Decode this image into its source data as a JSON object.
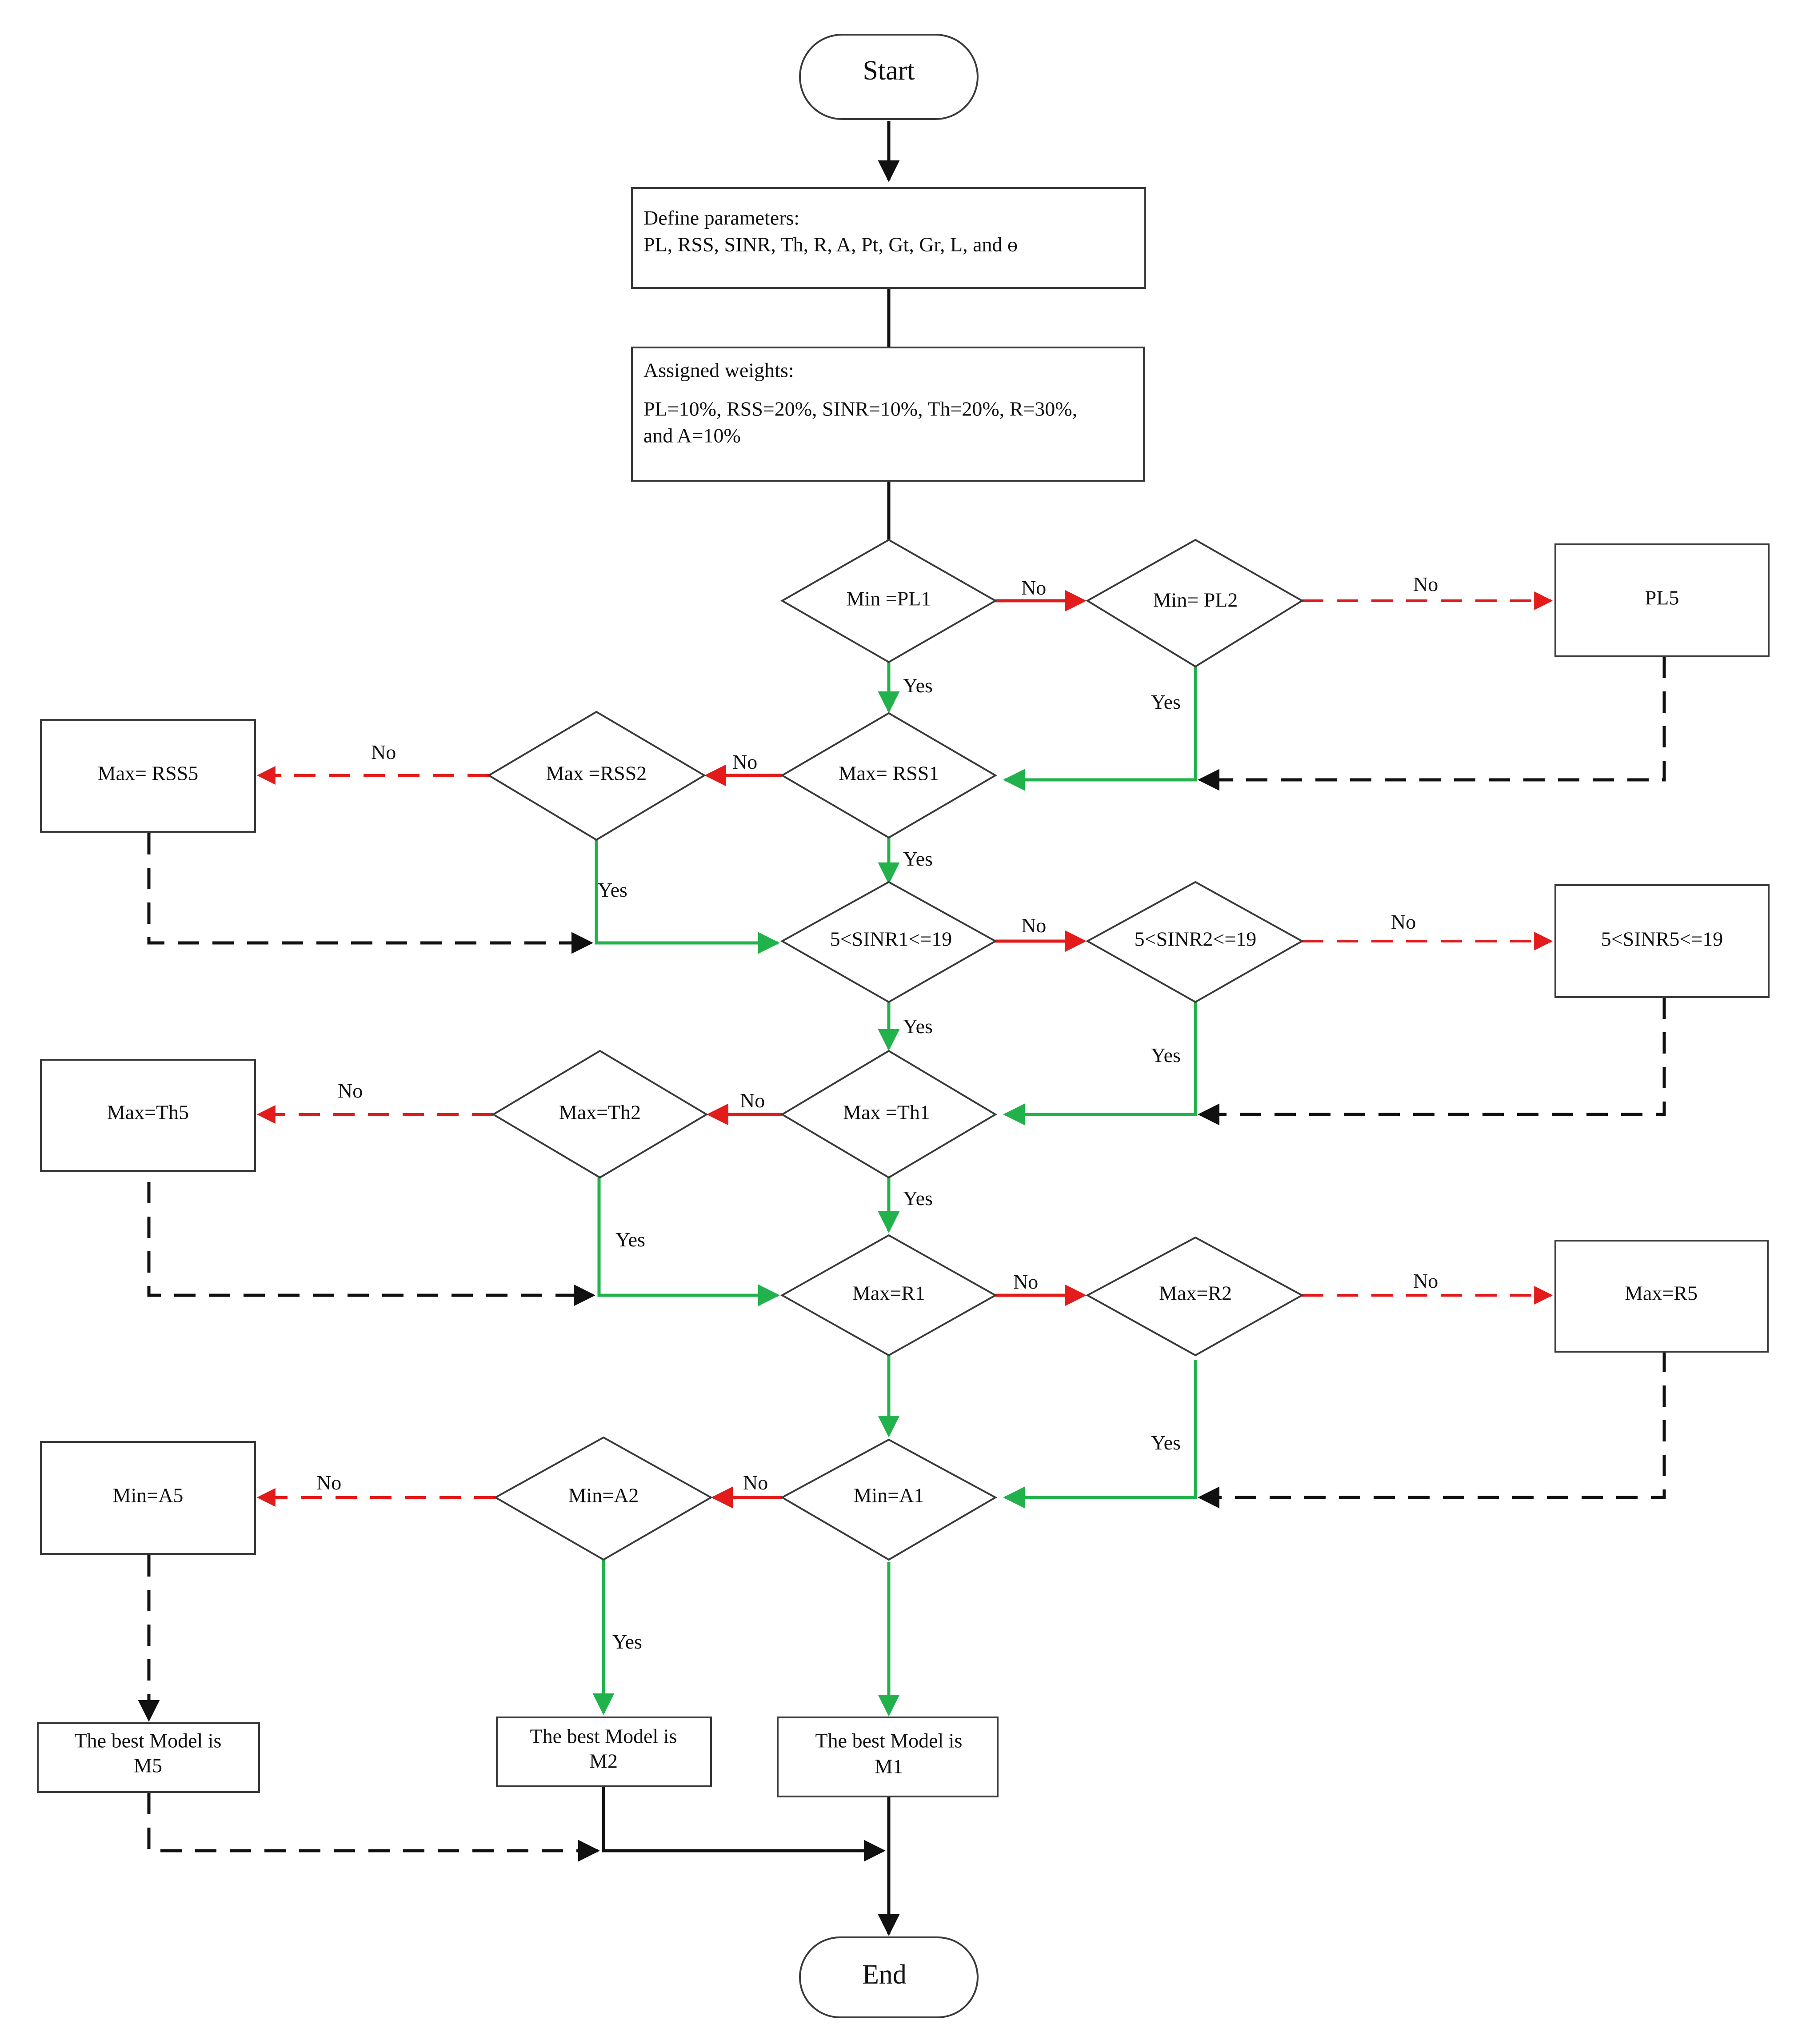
{
  "colors": {
    "yes_edge": "#22b24c",
    "no_edge": "#e31b1b",
    "fallback_edge": "#111111",
    "node_border": "#3a3a3a"
  },
  "labels": {
    "yes": "Yes",
    "no": "No"
  },
  "nodes": {
    "start": "Start",
    "define_title": "Define parameters:",
    "define_params": "PL, RSS, SINR, Th, R, A, Pt, Gt, Gr, L, and ɵ",
    "weights_title": "Assigned weights:",
    "weights_line1": "PL=10%, RSS=20%, SINR=10%, Th=20%, R=30%,",
    "weights_line2": "and A=10%",
    "min_pl1": "Min =PL1",
    "min_pl2": "Min= PL2",
    "pl5": "PL5",
    "max_rss1": "Max= RSS1",
    "max_rss2": "Max =RSS2",
    "max_rss5": "Max= RSS5",
    "sinr1": "5<SINR1<=19",
    "sinr2": "5<SINR2<=19",
    "sinr5": "5<SINR5<=19",
    "max_th1": "Max =Th1",
    "max_th2": "Max=Th2",
    "max_th5": "Max=Th5",
    "max_r1": "Max=R1",
    "max_r2": "Max=R2",
    "max_r5": "Max=R5",
    "min_a1": "Min=A1",
    "min_a2": "Min=A2",
    "min_a5": "Min=A5",
    "best_m5_line1": "The best Model is",
    "best_m5_line2": "M5",
    "best_m2_line1": "The best Model is",
    "best_m2_line2": "M2",
    "best_m1_line1": "The best Model is",
    "best_m1_line2": "M1",
    "end": "End"
  }
}
